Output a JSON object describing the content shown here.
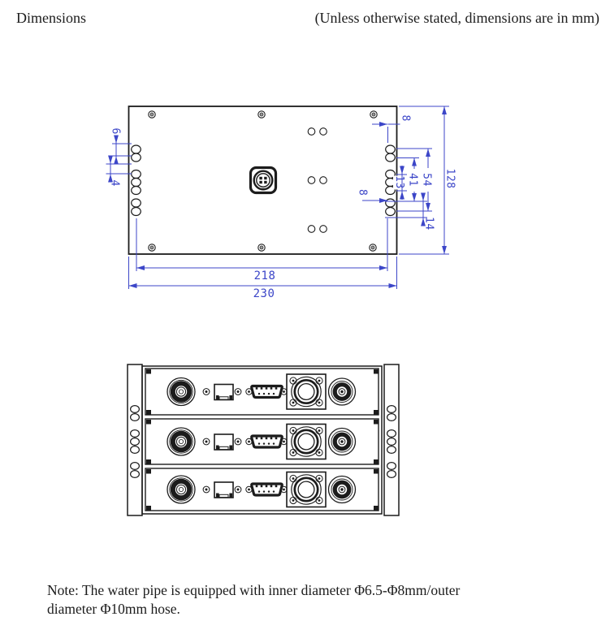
{
  "header": {
    "title": "Dimensions",
    "units_note": "(Unless otherwise stated, dimensions are in mm)"
  },
  "top_view": {
    "dims": {
      "outer_width": "230",
      "hole_span_width": "218",
      "height": "128",
      "slot_span_54": "54",
      "slot_span_41": "41",
      "slot_span_13": "13",
      "slot_span_14": "14",
      "edge_offset_top": "8",
      "edge_offset_bottom": "8",
      "slot_gap_6": "6",
      "slot_gap_4": "4"
    }
  },
  "note": {
    "line1": "Note: The water pipe is equipped with inner diameter Φ6.5-Φ8mm/outer",
    "line2": "diameter Φ10mm hose."
  },
  "colors": {
    "dimension_blue": "#3c46c8",
    "line_black": "#1c1c1c"
  }
}
